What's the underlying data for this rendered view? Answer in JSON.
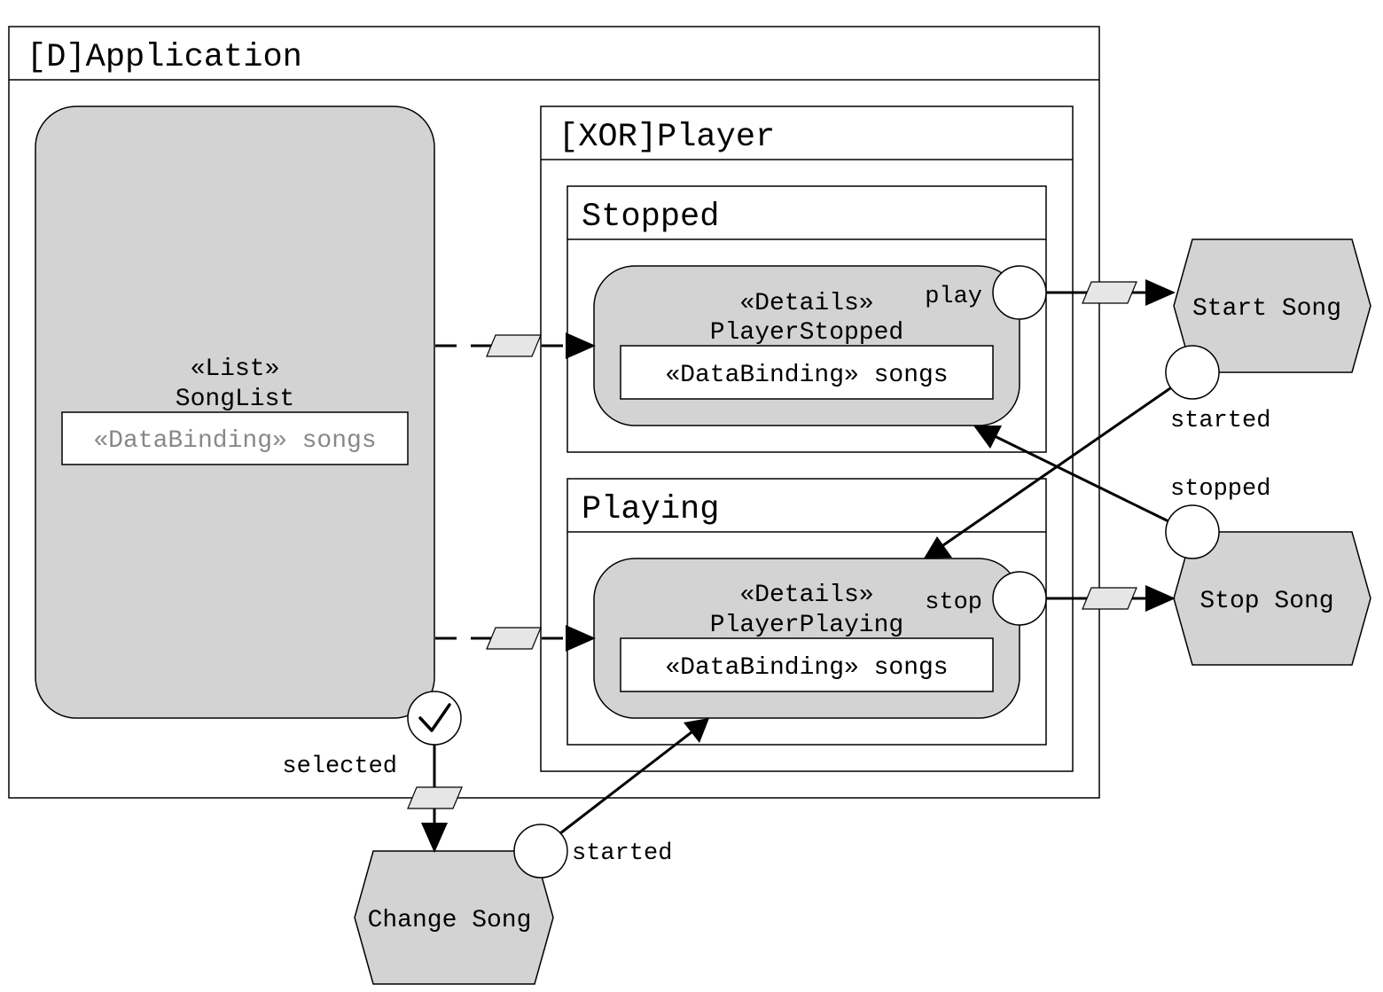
{
  "application": {
    "title": "[D]Application"
  },
  "song_list": {
    "stereotype": "«List»",
    "name": "SongList",
    "binding": "«DataBinding» songs",
    "event_label": "selected"
  },
  "player": {
    "title": "[XOR]Player",
    "stopped": {
      "title": "Stopped",
      "stereotype": "«Details»",
      "name": "PlayerStopped",
      "binding": "«DataBinding» songs",
      "event_label": "play"
    },
    "playing": {
      "title": "Playing",
      "stereotype": "«Details»",
      "name": "PlayerPlaying",
      "binding": "«DataBinding» songs",
      "event_label": "stop"
    }
  },
  "actions": {
    "start_song": {
      "label": "Start Song",
      "event_label": "started"
    },
    "stop_song": {
      "label": "Stop Song",
      "event_label": "stopped"
    },
    "change_song": {
      "label": "Change Song",
      "event_label": "started"
    }
  },
  "colors": {
    "node_fill": "#d3d3d3",
    "flow_fill": "#e6e6e6",
    "binding_disabled_text": "#888888"
  }
}
